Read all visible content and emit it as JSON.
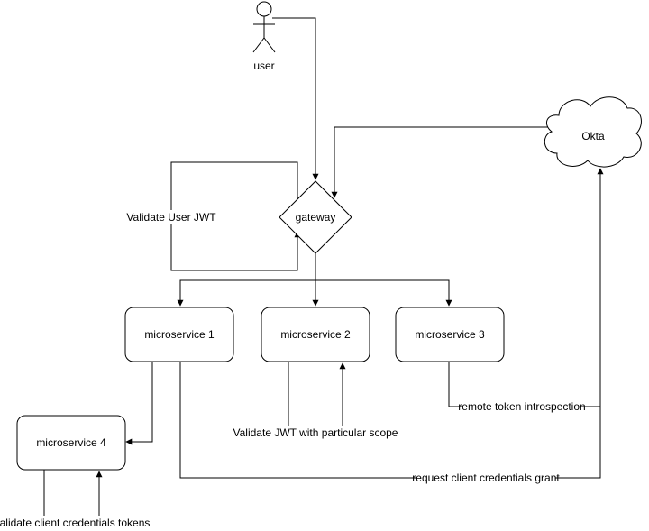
{
  "diagram": {
    "nodes": {
      "user": "user",
      "okta": "Okta",
      "gateway": "gateway",
      "ms1": "microservice 1",
      "ms2": "microservice 2",
      "ms3": "microservice 3",
      "ms4": "microservice 4"
    },
    "edge_labels": {
      "validate_user_jwt": "Validate User JWT",
      "validate_jwt_scope": "Validate JWT with particular scope",
      "remote_introspection": "remote token introspection",
      "request_client_credentials": "request client credentials grant",
      "validate_client_credentials": "validate client credentials tokens"
    }
  }
}
